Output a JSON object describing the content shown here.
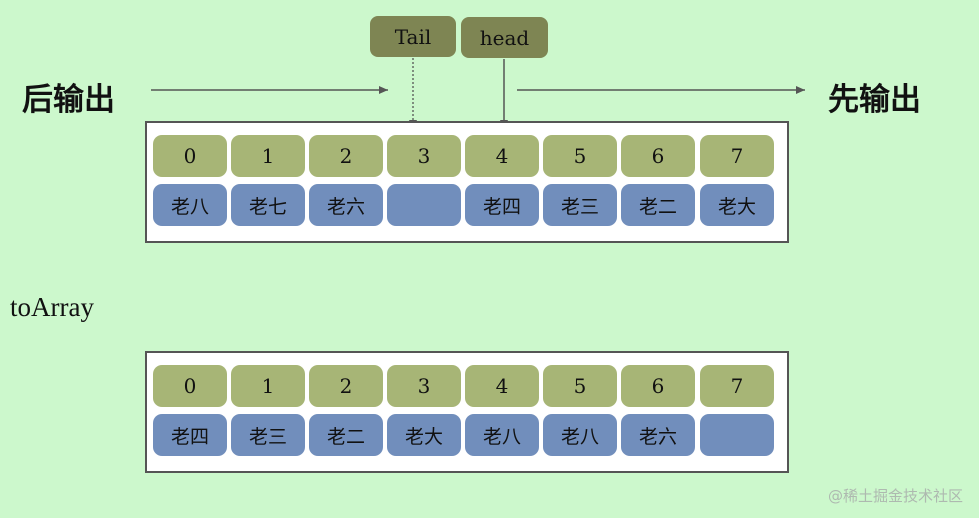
{
  "labels": {
    "output_last": "后输出",
    "output_first": "先输出",
    "to_array": "toArray"
  },
  "pointers": {
    "tail": "Tail",
    "head": "head"
  },
  "queue": {
    "indices": [
      "0",
      "1",
      "2",
      "3",
      "4",
      "5",
      "6",
      "7"
    ],
    "values": [
      "老八",
      "老七",
      "老六",
      "",
      "老四",
      "老三",
      "老二",
      "老大"
    ]
  },
  "array": {
    "indices": [
      "0",
      "1",
      "2",
      "3",
      "4",
      "5",
      "6",
      "7"
    ],
    "values": [
      "老四",
      "老三",
      "老二",
      "老大",
      "老八",
      "老八",
      "老六",
      ""
    ]
  },
  "watermark": "@稀土掘金技术社区",
  "colors": {
    "background": "#ccf8cc",
    "index_cell": "#a7b576",
    "value_cell": "#718ebc",
    "pointer_box": "#7e8553"
  }
}
